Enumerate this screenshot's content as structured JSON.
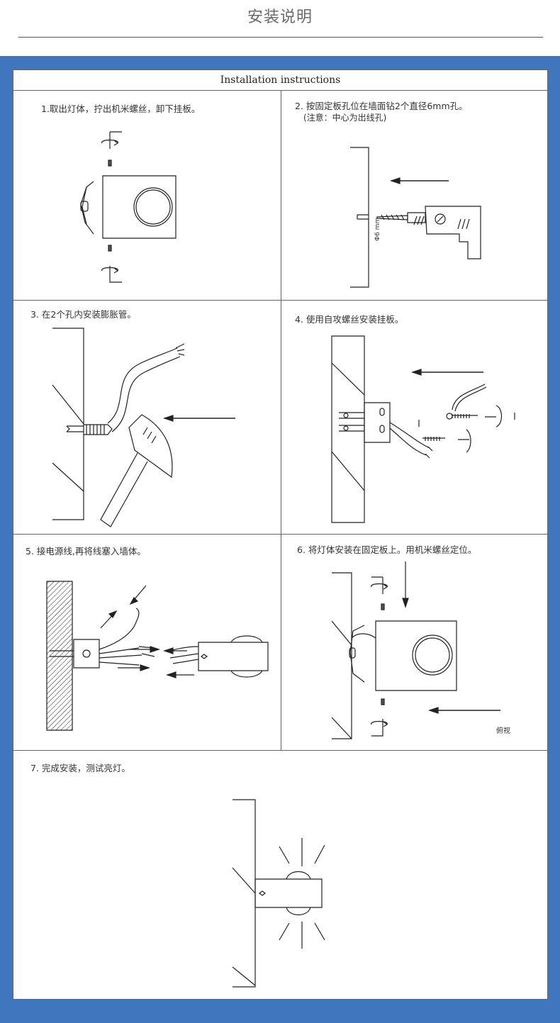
{
  "page": {
    "title": "安装说明"
  },
  "sheet": {
    "heading": "Installation instructions"
  },
  "steps": [
    {
      "label": "1.取出灯体，拧出机米螺丝，卸下挂板。"
    },
    {
      "label": "2. 按固定板孔位在墙面钻2个直径6mm孔。",
      "note": "(注意：中心为出线孔)",
      "dimension": "Φ6 mm"
    },
    {
      "label": "3. 在2个孔内安装膨胀管。"
    },
    {
      "label": "4. 使用自攻螺丝安装挂板。"
    },
    {
      "label": "5. 接电源线,再将线塞入墙体。"
    },
    {
      "label": "6. 将灯体安装在固定板上。用机米螺丝定位。",
      "note": "俯视"
    },
    {
      "label": "7. 完成安装，测试亮灯。"
    }
  ],
  "colors": {
    "frame": "#3f76be",
    "line": "#222222",
    "grid": "#666666"
  }
}
